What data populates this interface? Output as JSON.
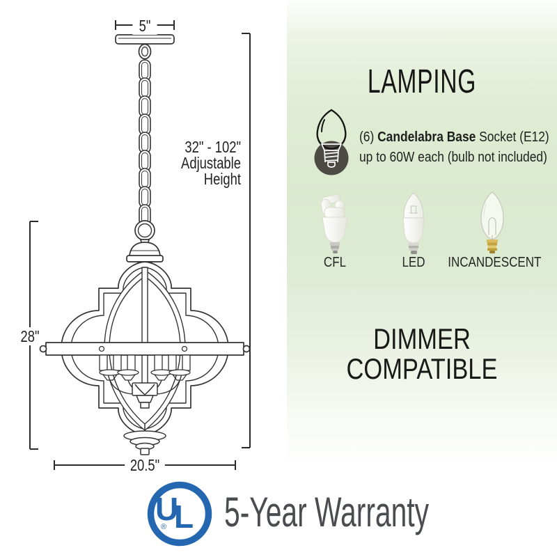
{
  "diagram": {
    "canopy_width_label": "5\"",
    "height_range_label": "32\" - 102\"",
    "height_range_sub1": "Adjustable",
    "height_range_sub2": "Height",
    "fixture_height_label": "28\"",
    "fixture_width_label": "20.5\""
  },
  "lamping": {
    "title": "LAMPING",
    "socket_prefix": "(6) ",
    "socket_bold": "Candelabra Base",
    "socket_suffix": " Socket (E12)",
    "socket_line2": "up to 60W each (bulb not included)",
    "bulb_labels": [
      "CFL",
      "LED",
      "INCANDESCENT"
    ]
  },
  "dimmer": {
    "line1": "DIMMER",
    "line2": "COMPATIBLE"
  },
  "footer": {
    "warranty": "5-Year Warranty",
    "ul": {
      "u": "U",
      "l": "L",
      "registered": "®"
    }
  },
  "colors": {
    "panel_green": "#dcead0",
    "ul_blue": "#2467b0",
    "socket_circle": "#4b4b44",
    "line_dark": "#333333",
    "warranty_gray": "#4a4c50"
  }
}
